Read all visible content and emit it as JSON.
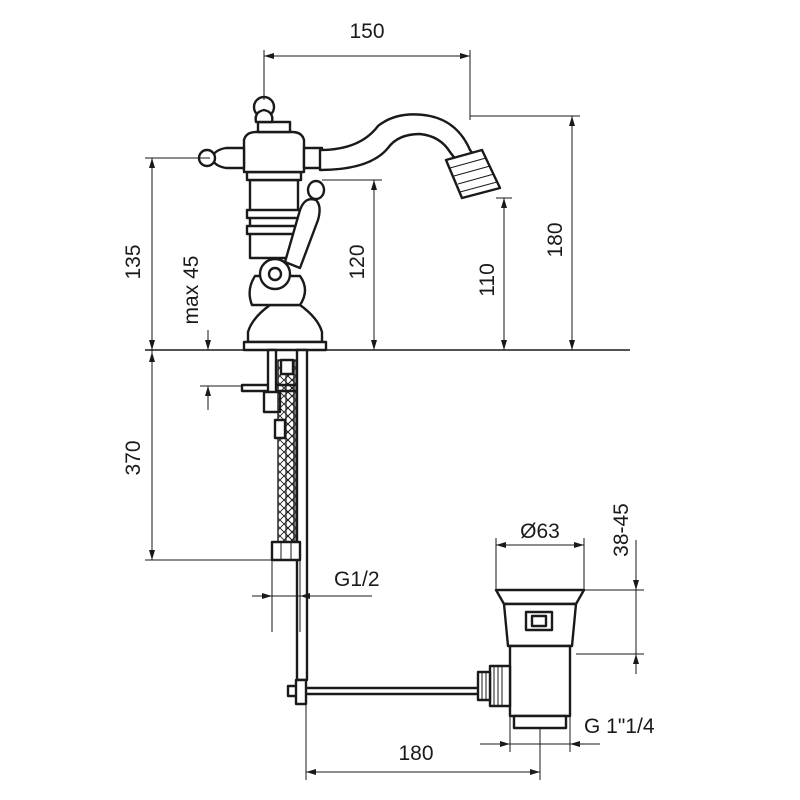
{
  "drawing": {
    "dimensions": {
      "spout_reach": "150",
      "spout_height": "180",
      "handle_height": "135",
      "max_deck": "max 45",
      "body_height": "120",
      "outlet_height": "110",
      "hose_length": "370",
      "inlet_thread": "G1/2",
      "waste_diameter": "Ø63",
      "waste_depth": "38-45",
      "rod_length": "180",
      "waste_thread": "G 1\"1/4"
    }
  }
}
